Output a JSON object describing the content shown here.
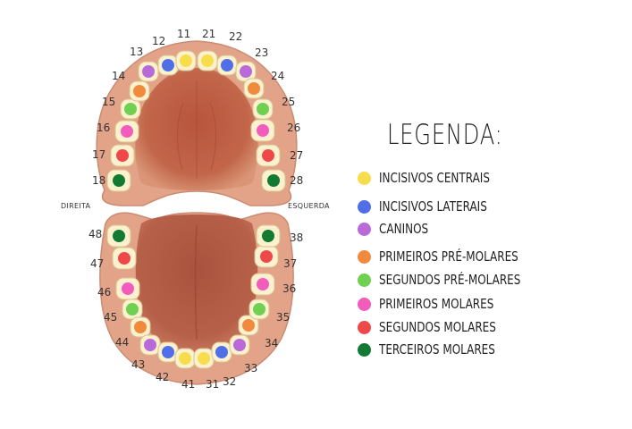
{
  "labels": {
    "right": "DIREITA",
    "left": "ESQUERDA"
  },
  "legend": {
    "title": "LEGENDA:",
    "items": [
      {
        "key": "incisivos_centrais",
        "label": "INCISIVOS CENTRAIS",
        "color": "#f7dd4c"
      },
      {
        "key": "incisivos_laterais",
        "label": "INCISIVOS LATERAIS",
        "color": "#4f6ee8"
      },
      {
        "key": "caninos",
        "label": "CANINOS",
        "color": "#b96ad8"
      },
      {
        "key": "primeiros_pre_molares",
        "label": "PRIMEIROS PRÉ-MOLARES",
        "color": "#f08a3c"
      },
      {
        "key": "segundos_pre_molares",
        "label": "SEGUNDOS PRÉ-MOLARES",
        "color": "#6fd051"
      },
      {
        "key": "primeiros_molares",
        "label": "PRIMEIROS MOLARES",
        "color": "#f25dbd"
      },
      {
        "key": "segundos_molares",
        "label": "SEGUNDOS MOLARES",
        "color": "#ee4848"
      },
      {
        "key": "terceiros_molares",
        "label": "TERCEIROS MOLARES",
        "color": "#127a32"
      }
    ]
  },
  "upper_arch": [
    {
      "number": "18",
      "type": "terceiros_molares"
    },
    {
      "number": "17",
      "type": "segundos_molares"
    },
    {
      "number": "16",
      "type": "primeiros_molares"
    },
    {
      "number": "15",
      "type": "segundos_pre_molares"
    },
    {
      "number": "14",
      "type": "primeiros_pre_molares"
    },
    {
      "number": "13",
      "type": "caninos"
    },
    {
      "number": "12",
      "type": "incisivos_laterais"
    },
    {
      "number": "11",
      "type": "incisivos_centrais"
    },
    {
      "number": "21",
      "type": "incisivos_centrais"
    },
    {
      "number": "22",
      "type": "incisivos_laterais"
    },
    {
      "number": "23",
      "type": "caninos"
    },
    {
      "number": "24",
      "type": "primeiros_pre_molares"
    },
    {
      "number": "25",
      "type": "segundos_pre_molares"
    },
    {
      "number": "26",
      "type": "primeiros_molares"
    },
    {
      "number": "27",
      "type": "segundos_molares"
    },
    {
      "number": "28",
      "type": "terceiros_molares"
    }
  ],
  "lower_arch": [
    {
      "number": "48",
      "type": "terceiros_molares"
    },
    {
      "number": "47",
      "type": "segundos_molares"
    },
    {
      "number": "46",
      "type": "primeiros_molares"
    },
    {
      "number": "45",
      "type": "segundos_pre_molares"
    },
    {
      "number": "44",
      "type": "primeiros_pre_molares"
    },
    {
      "number": "43",
      "type": "caninos"
    },
    {
      "number": "42",
      "type": "incisivos_laterais"
    },
    {
      "number": "41",
      "type": "incisivos_centrais"
    },
    {
      "number": "31",
      "type": "incisivos_centrais"
    },
    {
      "number": "32",
      "type": "incisivos_laterais"
    },
    {
      "number": "33",
      "type": "caninos"
    },
    {
      "number": "34",
      "type": "primeiros_pre_molares"
    },
    {
      "number": "35",
      "type": "segundos_pre_molares"
    },
    {
      "number": "36",
      "type": "primeiros_molares"
    },
    {
      "number": "37",
      "type": "segundos_molares"
    },
    {
      "number": "38",
      "type": "terceiros_molares"
    }
  ]
}
